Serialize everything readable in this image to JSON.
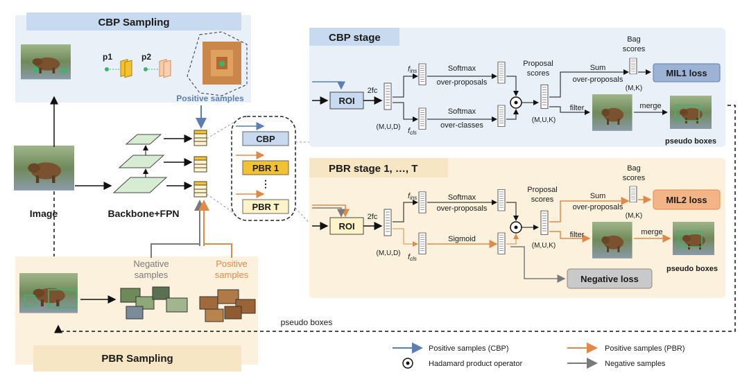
{
  "colors": {
    "cbp_blue": "#5b7fb3",
    "pbr_orange": "#e08a4a",
    "negative_gray": "#7a7a7a",
    "cbp_panel": "#e9f0f8",
    "pbr_panel": "#fbf1dc",
    "mil1": "#9cb3d6",
    "mil2": "#f3b488",
    "neg_loss": "#c9c9c9",
    "pbr_box": "#f2c230",
    "cbp_box": "#c8daef",
    "positive_green": "#3cb371"
  },
  "cbp_sampling": {
    "title": "CBP Sampling",
    "p1_label": "p1",
    "p2_label": "p2",
    "positive_samples_label": "Positive samples"
  },
  "backbone": {
    "image_label": "Image",
    "backbone_label": "Backbone+FPN"
  },
  "heads": {
    "cbp": "CBP",
    "pbr1": "PBR 1",
    "dots": "⋮",
    "pbrT": "PBR T"
  },
  "pbr_sampling": {
    "title": "PBR Sampling",
    "negative_samples_label": [
      "Negative",
      "samples"
    ],
    "positive_samples_label": [
      "Positive",
      "samples"
    ],
    "pseudo_boxes_label": "pseudo boxes"
  },
  "cbp_stage": {
    "title": "CBP stage",
    "roi": "ROI",
    "fc": "2fc",
    "f_ins": "f",
    "ins_sub": "ins",
    "f_cls": "f",
    "cls_sub": "cls",
    "mud": "(M,U,D)",
    "softmax_prop": [
      "Softmax",
      "over-proposals"
    ],
    "softmax_cls": [
      "Softmax",
      "over-classes"
    ],
    "proposal_scores": [
      "Proposal",
      "scores"
    ],
    "muk": "(M,U,K)",
    "bag_scores": [
      "Bag",
      "scores"
    ],
    "sum_prop": [
      "Sum",
      "over-proposals"
    ],
    "mk": "(M,K)",
    "loss": "MIL1 loss",
    "filter": "filter",
    "merge": "merge",
    "pseudo_boxes": "pseudo boxes"
  },
  "pbr_stage": {
    "title": "PBR stage  1, …, T",
    "roi": "ROI",
    "fc": "2fc",
    "f_ins": "f",
    "ins_sub": "ins",
    "f_cls": "f",
    "cls_sub": "cls",
    "mud": "(M,U,D)",
    "softmax_prop": [
      "Softmax",
      "over-proposals"
    ],
    "sigmoid": "Sigmoid",
    "proposal_scores": [
      "Proposal",
      "scores"
    ],
    "muk": "(M,U,K)",
    "bag_scores": [
      "Bag",
      "scores"
    ],
    "sum_prop": [
      "Sum",
      "over-proposals"
    ],
    "mk": "(M,K)",
    "loss": "MIL2 loss",
    "neg_loss": "Negative loss",
    "filter": "filter",
    "merge": "merge",
    "pseudo_boxes": "pseudo boxes"
  },
  "legend": {
    "pos_cbp": "Positive samples (CBP)",
    "hadamard": "Hadamard product operator",
    "pos_pbr": "Positive samples (PBR)",
    "negative": "Negative samples"
  }
}
